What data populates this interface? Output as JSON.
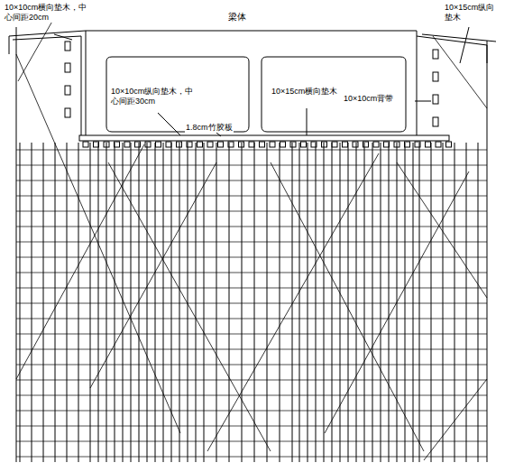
{
  "diagram": {
    "labels": [
      "10×10cm横向垫木，中心间距20cm",
      "梁体",
      "10×15cm纵向垫木",
      "10×10cm纵向垫木，中心间距30cm",
      "1.8cm竹胶板",
      "10×15cm横向垫木",
      "10×10cm背带"
    ]
  }
}
